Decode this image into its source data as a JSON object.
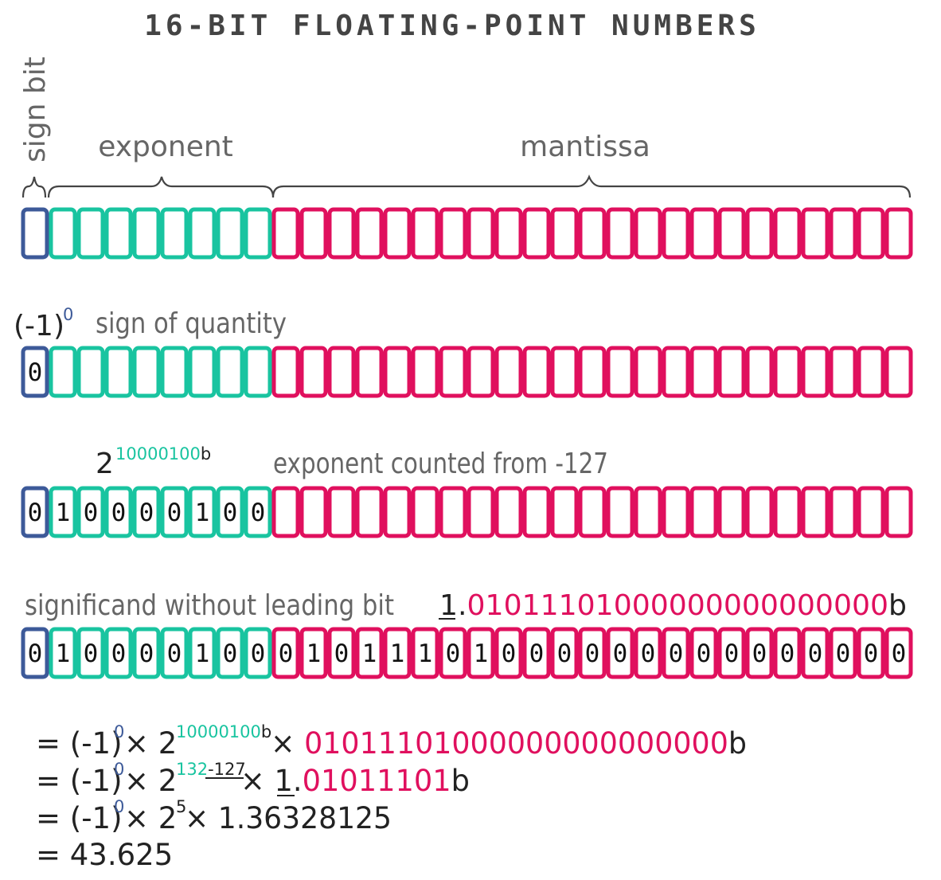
{
  "title": "16-BIT FLOATING-POINT NUMBERS",
  "labels": {
    "sign_bit": "sign bit",
    "exponent": "exponent",
    "mantissa": "mantissa",
    "sign_of_quantity": "sign of quantity",
    "exponent_counted": "exponent counted from -127",
    "significand": "significand without leading bit"
  },
  "sign_expr": {
    "base": "(-1)",
    "power": "0"
  },
  "exp_expr": {
    "base": "2",
    "power": "10000100",
    "suffix": "b"
  },
  "mantissa_expr": {
    "lead": "1",
    "dot": ".",
    "bits": "01011101000000000000000",
    "suffix": "b"
  },
  "bit_counts": {
    "sign": 1,
    "exponent": 8,
    "mantissa": 23
  },
  "rows": [
    {
      "bits": ""
    },
    {
      "bits": "0"
    },
    {
      "bits": "010000100"
    },
    {
      "bits": "01000010001011101000000000000000"
    }
  ],
  "equations": [
    {
      "lead": "= (-1)",
      "p1": "0",
      "mid": " × 2",
      "p2": "10000100",
      "p2b": "b",
      "tail_op": " × ",
      "tail_colored": "01011101000000000000000",
      "tail_end": "b"
    },
    {
      "lead": "= (-1)",
      "p1": "0",
      "mid": " × 2",
      "p2a": "132",
      "p2b": "-127",
      "tail_op": " × ",
      "tail_lead": "1",
      "tail_dot": ".",
      "tail_colored": "01011101",
      "tail_end": "b"
    },
    {
      "lead": "= (-1)",
      "p1": "0",
      "mid": " × 2",
      "p2": "5",
      "tail": " × 1.36328125"
    },
    {
      "text": "= 43.625"
    }
  ],
  "colors": {
    "sign": "#3d5a99",
    "exponent": "#19c4a0",
    "mantissa": "#e0105e",
    "title": "#444444",
    "label": "#666666"
  }
}
